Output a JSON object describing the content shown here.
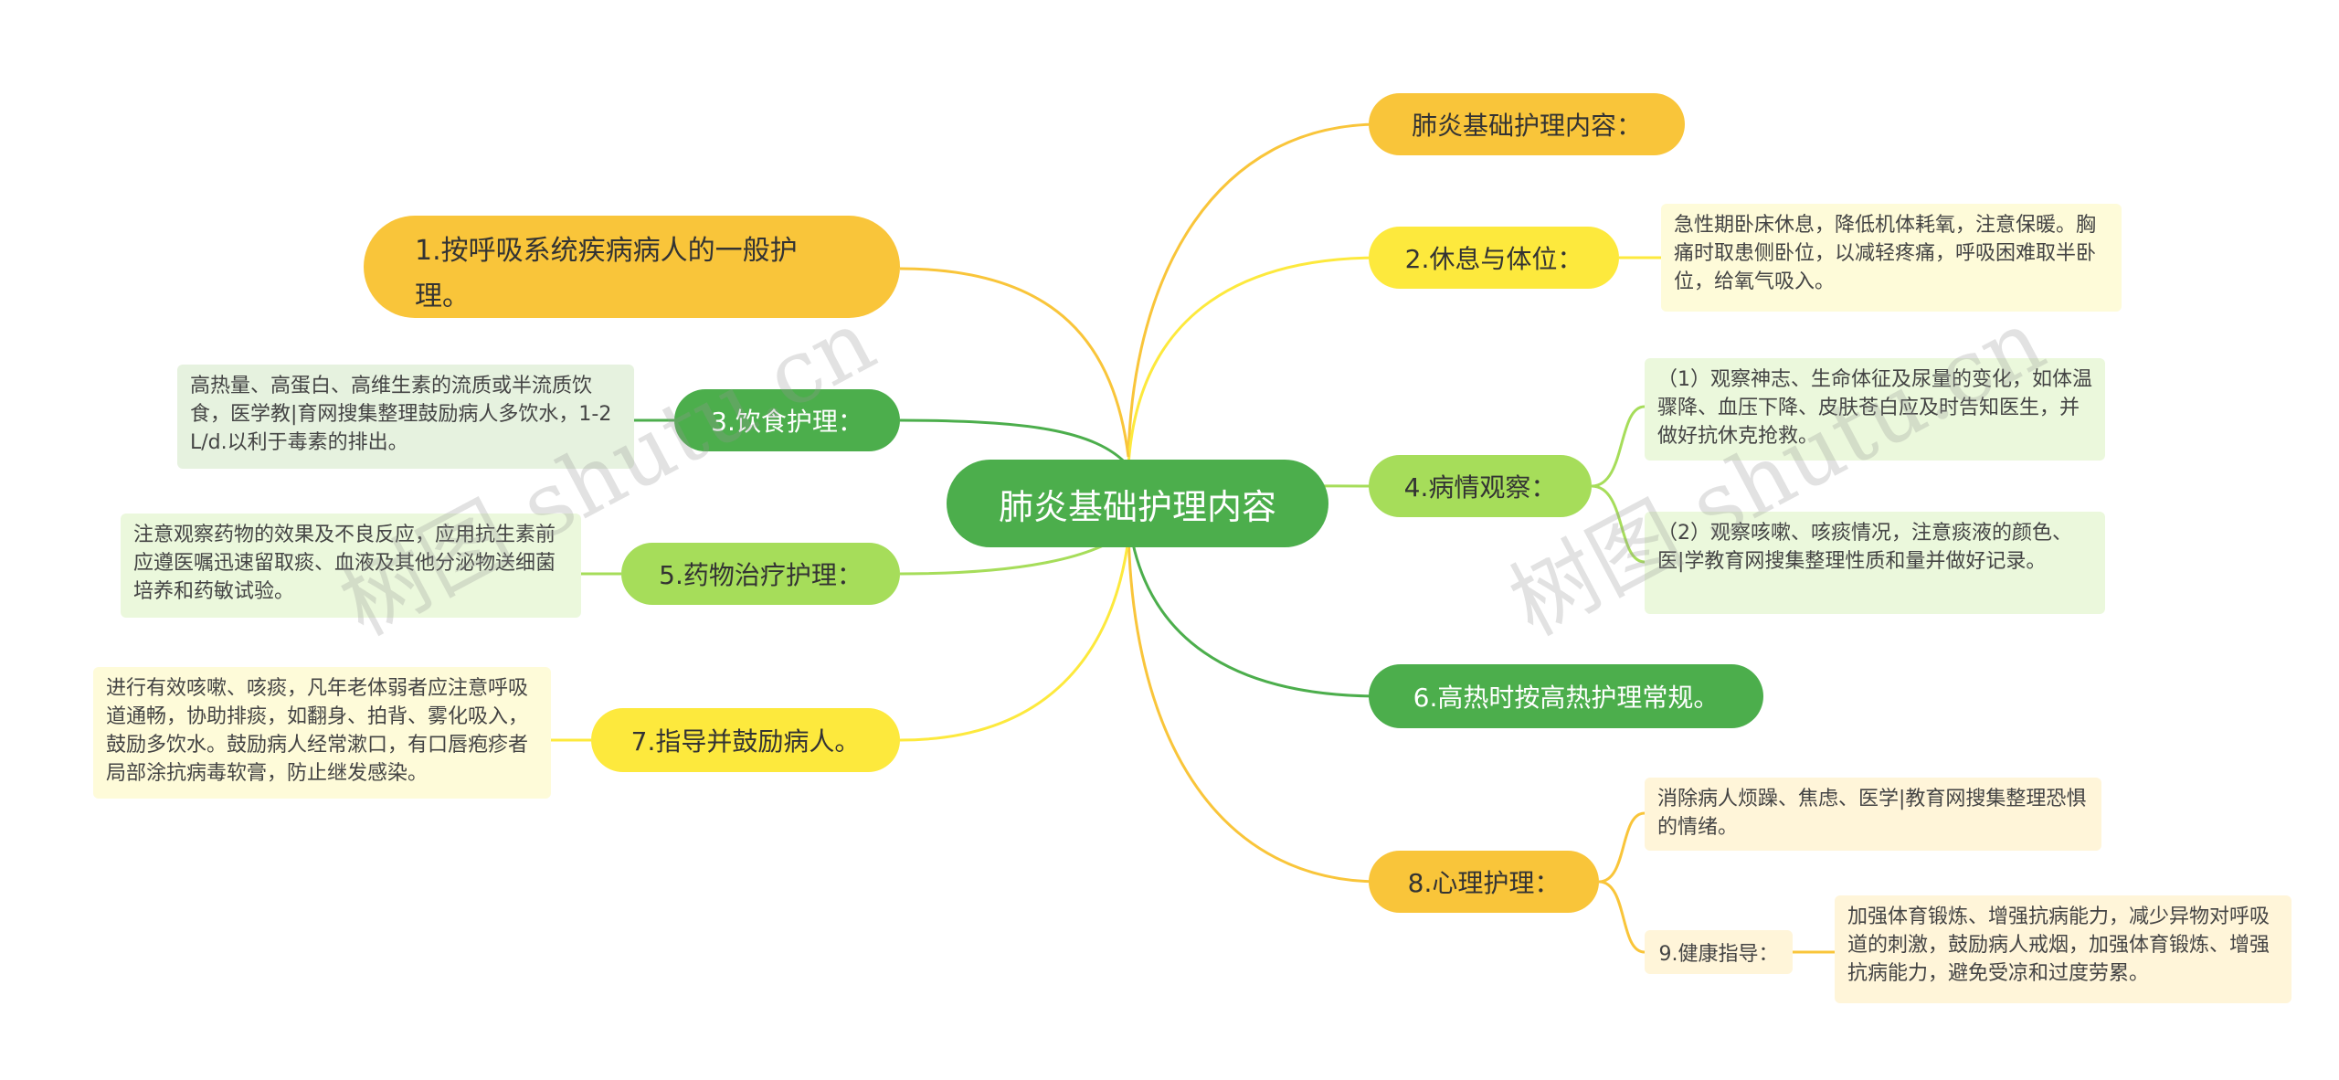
{
  "root": {
    "label": "肺炎基础护理内容"
  },
  "right": {
    "b0": {
      "label": "肺炎基础护理内容："
    },
    "b2": {
      "label": "2.休息与体位：",
      "note": "急性期卧床休息，降低机体耗氧，注意保暖。胸痛时取患侧卧位，以减轻疼痛，呼吸困难取半卧位，给氧气吸入。"
    },
    "b4": {
      "label": "4.病情观察：",
      "note1": "（1）观察神志、生命体征及尿量的变化，如体温骤降、血压下降、皮肤苍白应及时告知医生，并做好抗休克抢救。",
      "note2": "（2）观察咳嗽、咳痰情况，注意痰液的颜色、医|学教育网搜集整理性质和量并做好记录。"
    },
    "b6": {
      "label": "6.高热时按高热护理常规。"
    },
    "b8": {
      "label": "8.心理护理：",
      "note": "消除病人烦躁、焦虑、医学|教育网搜集整理恐惧的情绪。",
      "sub_label": "9.健康指导：",
      "sub_note": "加强体育锻炼、增强抗病能力，减少异物对呼吸道的刺激，鼓励病人戒烟，加强体育锻炼、增强抗病能力，避免受凉和过度劳累。"
    }
  },
  "left": {
    "b1": {
      "label": "1.按呼吸系统疾病病人的一般护理。"
    },
    "b3": {
      "label": "3.饮食护理：",
      "note": "高热量、高蛋白、高维生素的流质或半流质饮食，医学教|育网搜集整理鼓励病人多饮水，1-2L/d.以利于毒素的排出。"
    },
    "b5": {
      "label": "5.药物治疗护理：",
      "note": "注意观察药物的效果及不良反应，应用抗生素前应遵医嘱迅速留取痰、血液及其他分泌物送细菌培养和药敏试验。"
    },
    "b7": {
      "label": "7.指导并鼓励病人。",
      "note": "进行有效咳嗽、咳痰，凡年老体弱者应注意呼吸道通畅，协助排痰，如翻身、拍背、雾化吸入，鼓励多饮水。鼓励病人经常漱口，有口唇疱疹者局部涂抗病毒软膏，防止继发感染。"
    }
  },
  "watermark": "树图 shutu.cn",
  "colors": {
    "root": "#4cae4c",
    "yellow": "#fde93d",
    "orange": "#f9c53a",
    "green": "#4cae4c",
    "light_green": "#a6dd5a"
  }
}
